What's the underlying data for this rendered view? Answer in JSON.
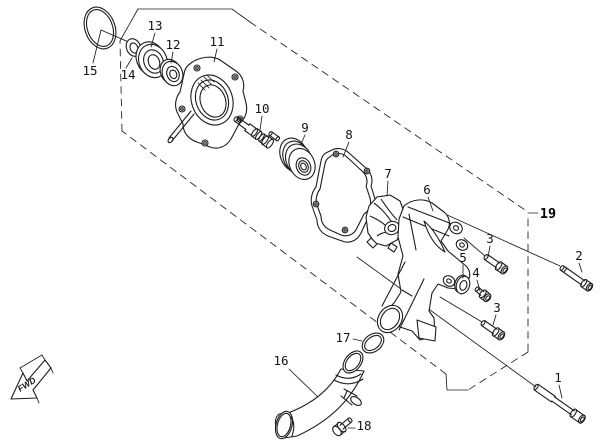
{
  "diagram": {
    "background_color": "#ffffff",
    "line_color": "#1c1c1c",
    "direction_marker": "FWD",
    "callouts": {
      "n1": "1",
      "n2": "2",
      "n3": "3",
      "n4": "4",
      "n5": "5",
      "n6": "6",
      "n7": "7",
      "n8": "8",
      "n9": "9",
      "n10": "10",
      "n11": "11",
      "n12": "12",
      "n13": "13",
      "n14": "14",
      "n15": "15",
      "n16": "16",
      "n17": "17",
      "n18": "18",
      "n19": "19"
    }
  }
}
